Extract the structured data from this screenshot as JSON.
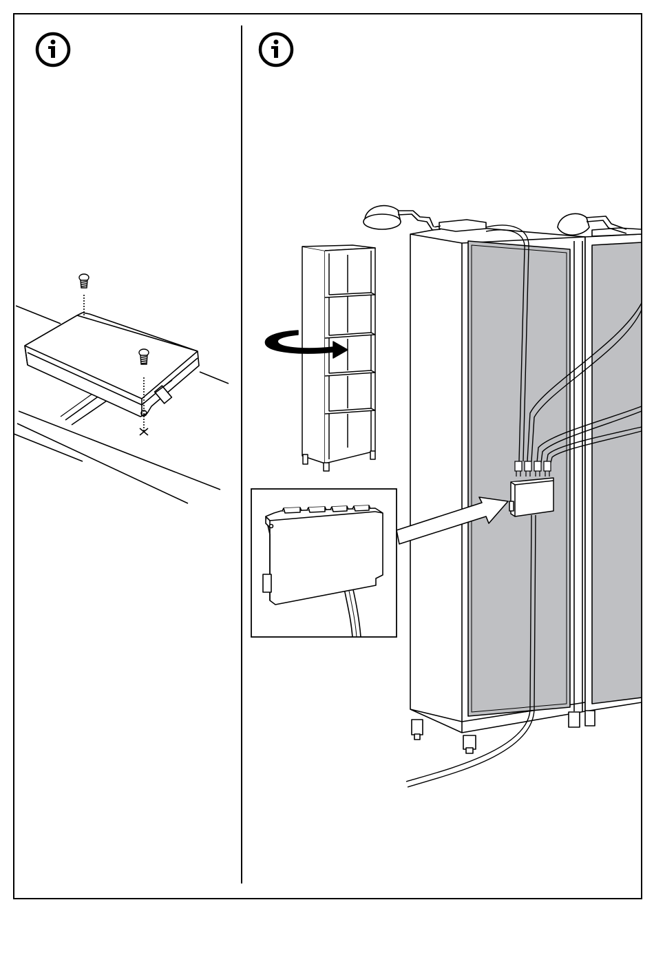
{
  "page": {
    "background": "#ffffff",
    "line_color": "#000000",
    "panel_fill": "#bfc0c3"
  },
  "panels": [
    {
      "id": "left",
      "icon": "info-icon",
      "glyph": "i",
      "illustration": "transformer-screwed-under-shelf"
    },
    {
      "id": "right",
      "icon": "info-icon",
      "glyph": "i",
      "illustration": "cabinets-with-lamps-and-cable-connector"
    }
  ],
  "icons": [
    "info-icon",
    "screw-icon",
    "rotate-arrow-icon",
    "pointer-arrow-icon"
  ]
}
